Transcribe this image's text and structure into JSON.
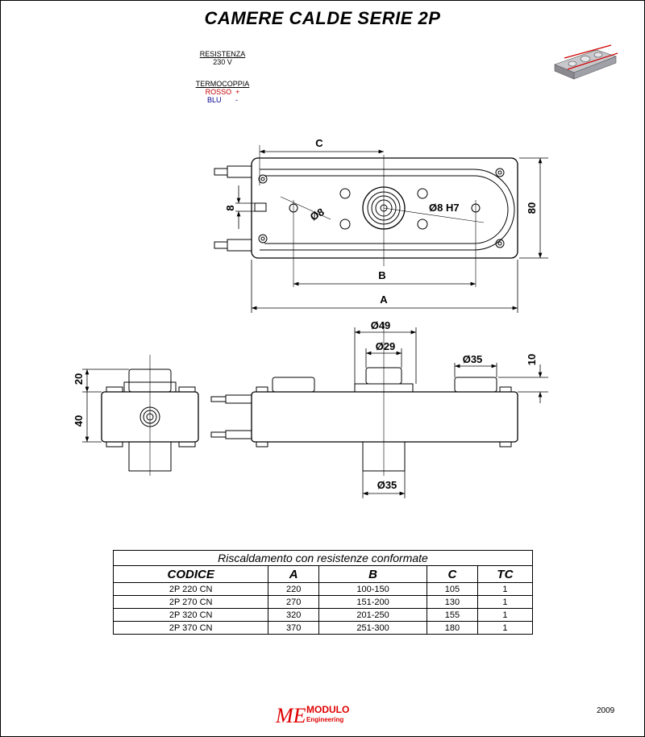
{
  "title": "CAMERE CALDE SERIE 2P",
  "legend": {
    "resistenza_label": "RESISTENZA",
    "resistenza_value": "230 V",
    "termocoppia_label": "TERMOCOPPIA",
    "rosso": "ROSSO  +",
    "blu": "BLU       -"
  },
  "dimensions": {
    "c": "C",
    "b": "B",
    "a": "A",
    "d80": "80",
    "d8": "8",
    "dia8": "Ø8",
    "dia8h7": "Ø8 H7",
    "dia49": "Ø49",
    "dia29": "Ø29",
    "dia35_top": "Ø35",
    "dia35_bottom": "Ø35",
    "d10": "10",
    "d20": "20",
    "d40": "40"
  },
  "table": {
    "caption": "Riscaldamento con resistenze conformate",
    "headers": [
      "CODICE",
      "A",
      "B",
      "C",
      "TC"
    ],
    "rows": [
      [
        "2P 220 CN",
        "220",
        "100-150",
        "105",
        "1"
      ],
      [
        "2P 270 CN",
        "270",
        "151-200",
        "130",
        "1"
      ],
      [
        "2P 320 CN",
        "320",
        "201-250",
        "155",
        "1"
      ],
      [
        "2P 370 CN",
        "370",
        "251-300",
        "180",
        "1"
      ]
    ]
  },
  "footer": {
    "logo_mark": "ME",
    "logo_name": "MODULO",
    "logo_sub": "Engineering",
    "year": "2009"
  },
  "colors": {
    "logo_red": "#e00000",
    "rosso": "#c00000",
    "blu": "#00008b"
  }
}
